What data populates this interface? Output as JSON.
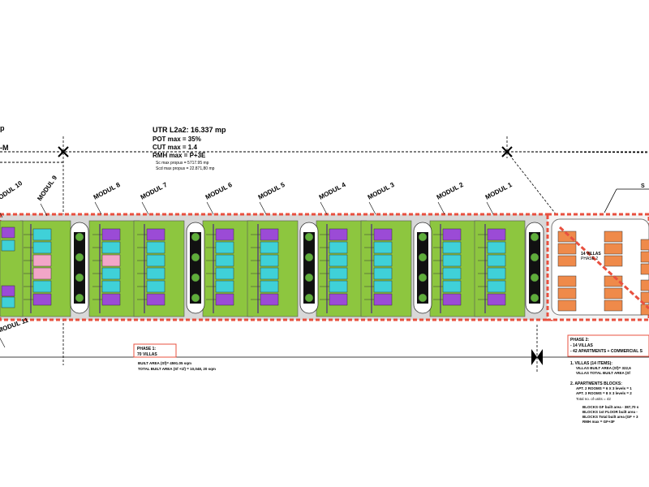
{
  "header": {
    "zone": "UTR L2a2: 16.337 mp",
    "pot": "POT max = 35%",
    "cut": "CUT max = 1.4",
    "rmh": "RMH max = P+3E",
    "sc_proposed": "Sc max propus = 5717.95 mp",
    "sd_proposed": "Scd max propus = 22.871,80 mp",
    "left_cut_top": "p",
    "left_cut_bottom": "-M"
  },
  "modules": [
    {
      "label": "MODUL 1"
    },
    {
      "label": "MODUL 2"
    },
    {
      "label": "MODUL 3"
    },
    {
      "label": "MODUL 4"
    },
    {
      "label": "MODUL 5"
    },
    {
      "label": "MODUL 6"
    },
    {
      "label": "MODUL 7"
    },
    {
      "label": "MODUL 8"
    },
    {
      "label": "MODUL 9"
    },
    {
      "label": "MODUL 10"
    },
    {
      "label": "MODUL 11"
    }
  ],
  "phase1": {
    "title": "PHASE 1:",
    "villas": "70 VILLAS",
    "built_area": "BUILT AREA (Sf)= 4591.05 sqm",
    "total_built": "TOTAL BUILT AREA (Sf +1f) = 10,048, 20 sqm"
  },
  "phase2_block": {
    "villas": "14 VILLAS",
    "phase": "PHASE 2"
  },
  "phase2": {
    "title": "PHASE 2:",
    "line1": "- 14 VILLAS",
    "line2": "- 42 APARTMENTS + COMMERCIAL S",
    "villas_header": "1. VILLAS (14 ITEMS):",
    "villas_built": "VILLAS BUILT AREA (Sf)= 322,6",
    "villas_total": "VILLAS TOTAL BUILT AREA (Sf",
    "apt_header": "2. APARTMENTS BLOCKS:",
    "apt1": "APT. 2 ROOMS = 6 X 3 levels = 1",
    "apt2": "APT. 3 ROOMS = 8 X 3 levels = 2",
    "apt_units": "Total no. of units = 42",
    "blocks_built": "BLOCKS GF built area - 387,70 s",
    "blocks_1st": "BLOCKS 1st FLOOR built area -",
    "blocks_total": "BLOCKS Total built area (GF + 3",
    "rmh_max": "RMH max = GF+3F"
  },
  "site_label_right": "S",
  "colors": {
    "lot_green": "#8dc63f",
    "villa_cyan": "#3fd1d8",
    "villa_purple": "#9b4bd6",
    "villa_pink": "#f2a6c8",
    "phase2_orange": "#ef8a4a",
    "boundary_red": "#e8503f",
    "tree_green": "#5fae3a"
  }
}
